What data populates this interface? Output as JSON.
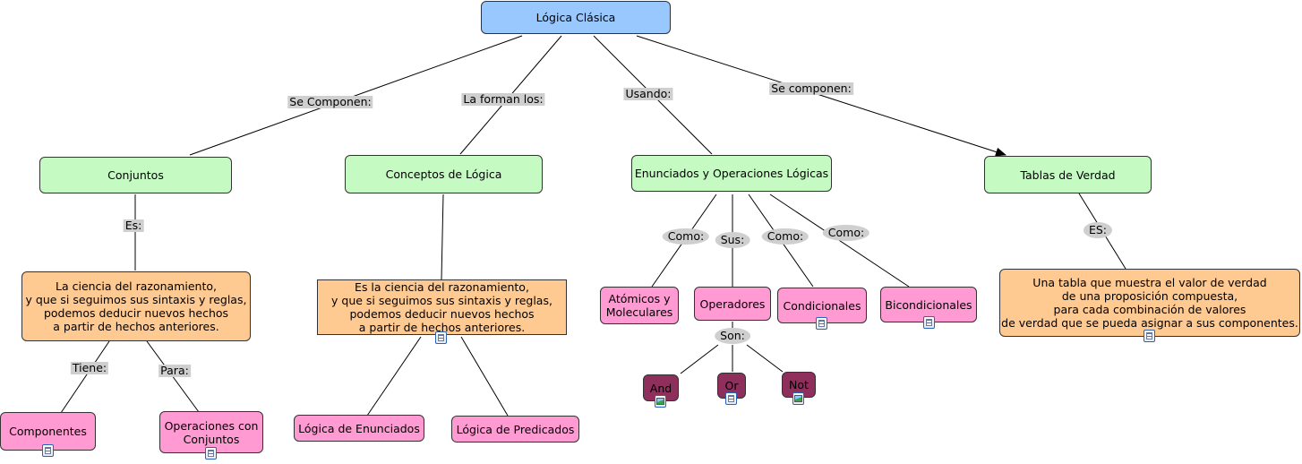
{
  "root": {
    "title": "Lógica Clásica"
  },
  "links": {
    "se_componen_1": "Se Componen:",
    "la_forman_los": "La forman los:",
    "usando": "Usando:",
    "se_componen_2": "Se componen:",
    "es_1": "Es:",
    "es_2": "ES:",
    "tiene": "Tiene:",
    "para": "Para:",
    "como_1": "Como:",
    "sus": "Sus:",
    "como_2": "Como:",
    "como_3": "Como:",
    "son": "Son:"
  },
  "concepts": {
    "conjuntos": "Conjuntos",
    "conceptos": "Conceptos de Lógica",
    "enunciados_ops": "Enunciados y Operaciones Lógicas",
    "tablas": "Tablas de Verdad",
    "def_conjuntos": "La ciencia del razonamiento,\ny que si seguimos sus sintaxis y reglas,\npodemos deducir nuevos hechos\na partir de hechos anteriores.",
    "def_conceptos": "Es la ciencia del razonamiento,\ny que si seguimos sus sintaxis y reglas,\npodemos deducir nuevos hechos\na partir de hechos anteriores.",
    "def_tablas": "Una tabla que muestra el valor de verdad\nde una proposición compuesta,\npara cada combinación de valores\nde verdad que se pueda asignar a sus componentes.",
    "componentes": "Componentes",
    "operaciones_conjuntos": "Operaciones con\nConjuntos",
    "logica_enunciados": "Lógica de Enunciados",
    "logica_predicados": "Lógica de Predicados",
    "atomicos": "Atómicos y\nMoleculares",
    "operadores": "Operadores",
    "condicionales": "Condicionales",
    "bicondicionales": "Bicondicionales",
    "and": "And",
    "or": "Or",
    "not": "Not"
  },
  "icons": {
    "document": "document-icon",
    "image": "image-icon"
  },
  "colors": {
    "root": "#99c8ff",
    "level1": "#c5fbc3",
    "definition": "#ffc992",
    "leaf": "#ff9ad2",
    "operator": "#8e2f5c",
    "link_label": "#cfcfcf"
  }
}
